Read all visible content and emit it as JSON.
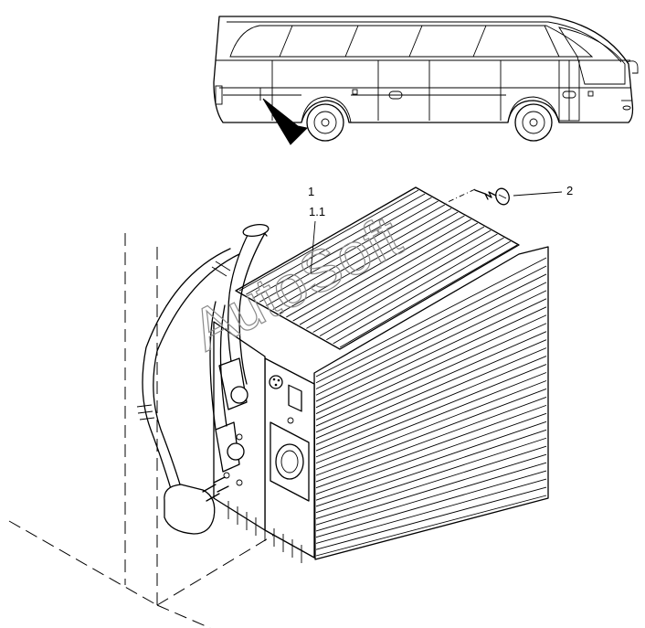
{
  "callouts": [
    {
      "id": "1",
      "text": "1"
    },
    {
      "id": "1.1",
      "text": "1.1"
    },
    {
      "id": "2",
      "text": "2"
    }
  ],
  "watermark": "AutoSoft",
  "icons": [
    "bus-side-view-icon",
    "location-arrow-icon",
    "screw-icon",
    "power-plug-icon",
    "socket-outlet-icon",
    "power-switch-icon"
  ],
  "colors": {
    "line": "#000000",
    "background": "#ffffff",
    "watermark": "#8a8a8a"
  }
}
